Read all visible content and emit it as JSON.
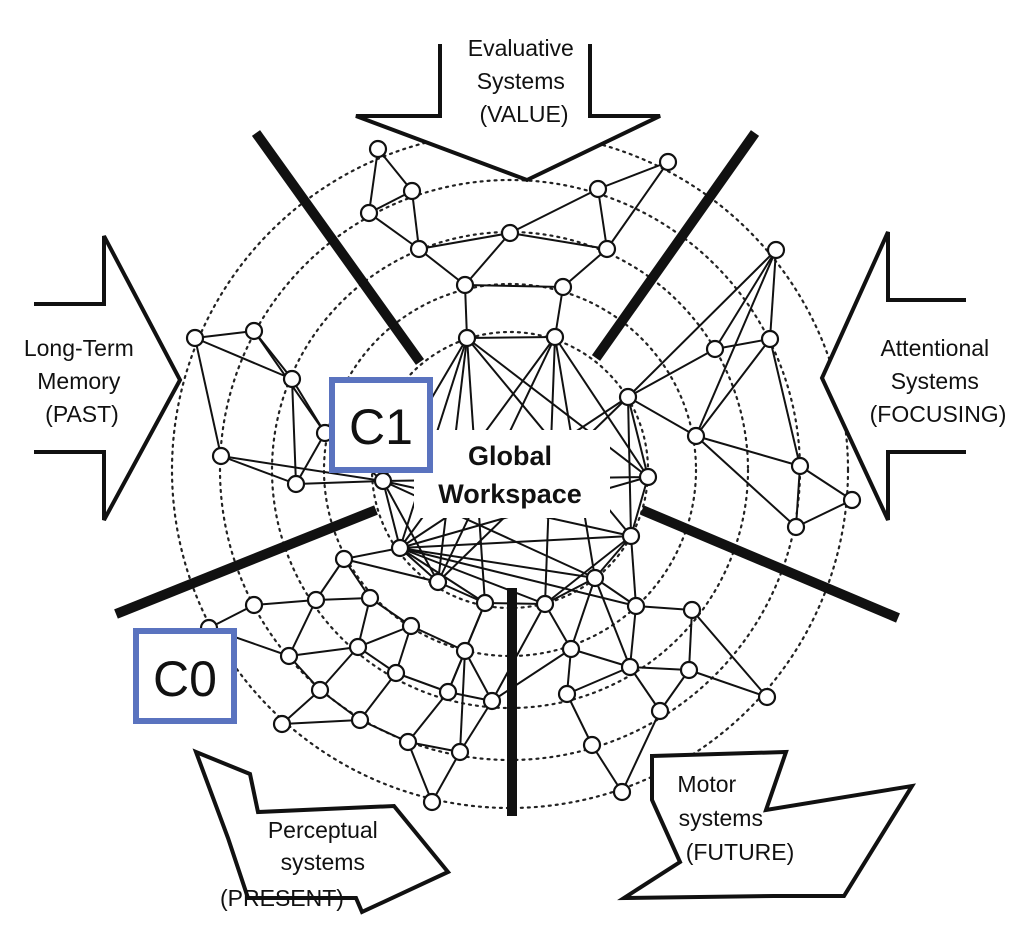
{
  "diagram": {
    "center_label": {
      "line1": "Global",
      "line2": "Workspace"
    },
    "levels": [
      {
        "id": "C1",
        "label": "C1"
      },
      {
        "id": "C0",
        "label": "C0"
      }
    ],
    "systems": [
      {
        "id": "evaluative",
        "lines": [
          "Evaluative",
          "Systems",
          "(VALUE)"
        ]
      },
      {
        "id": "long-term-memory",
        "lines": [
          "Long-Term",
          "Memory",
          "(PAST)"
        ]
      },
      {
        "id": "attentional",
        "lines": [
          "Attentional",
          "Systems",
          "(FOCUSING)"
        ]
      },
      {
        "id": "perceptual",
        "lines": [
          "Perceptual",
          "systems",
          "(PRESENT)"
        ]
      },
      {
        "id": "motor",
        "lines": [
          "Motor",
          "systems",
          "(FUTURE)"
        ]
      }
    ]
  }
}
